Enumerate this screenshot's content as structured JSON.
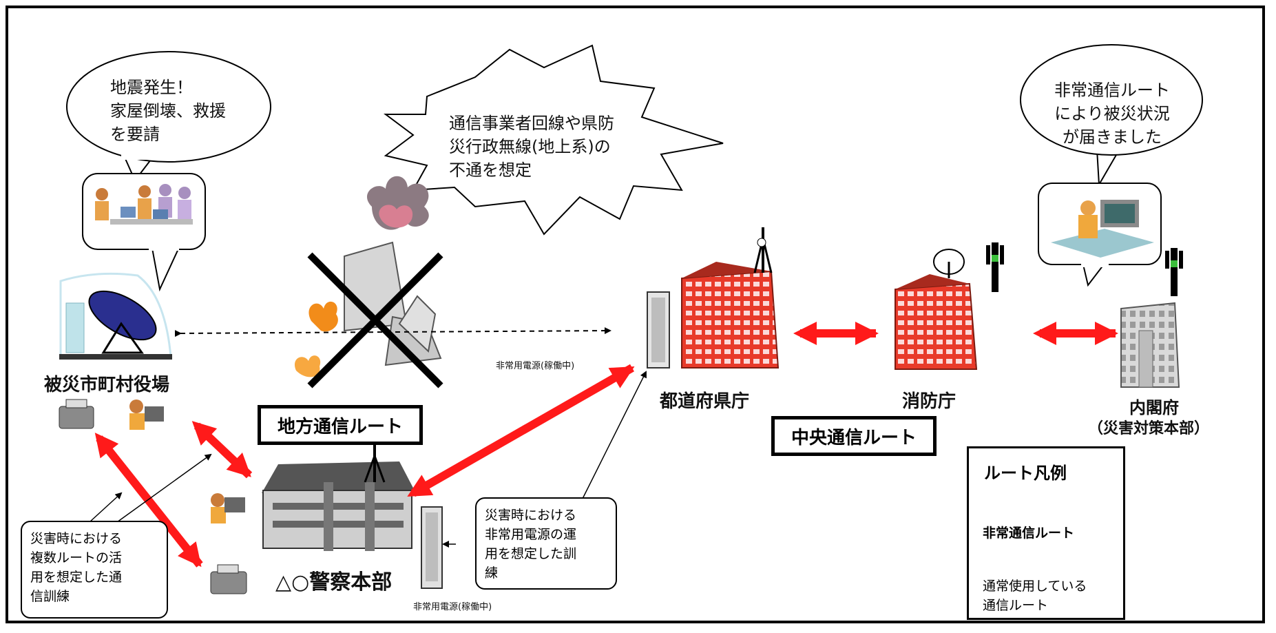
{
  "bubbles": {
    "earthquake": [
      "地震発生！",
      "家屋倒壊、救援",
      "を要請"
    ],
    "outage": [
      "通信事業者回線や県防",
      "災行政無線(地上系)の",
      "不通を想定"
    ],
    "cabinet": [
      "非常通信ルート",
      "により被災状況",
      "が届きました"
    ]
  },
  "nodes": {
    "municipality": "被災市町村役場",
    "prefecture": "都道府県庁",
    "fire_agency": "消防庁",
    "cabinet_office": "内閣府",
    "cabinet_sub": "（災害対策本部）",
    "police": "△○警察本部"
  },
  "route_boxes": {
    "local": "地方通信ルート",
    "central": "中央通信ルート"
  },
  "power_labels": {
    "prefecture": "非常用電源(稼働中)",
    "police": "非常用電源(稼働中)"
  },
  "notes": {
    "multi_route": [
      "災害時における",
      "複数ルートの活",
      "用を想定した通",
      "信訓練"
    ],
    "power_drill": [
      "災害時における",
      "非常用電源の運",
      "用を想定した訓",
      "練"
    ]
  },
  "legend": {
    "title": "ルート凡例",
    "emergency": "非常通信ルート",
    "normal": [
      "通常使用している",
      "通信ルート"
    ]
  },
  "colors": {
    "emergency_route": "#ff1a1a",
    "building_red": "#e83a2a",
    "outline": "#000000"
  }
}
